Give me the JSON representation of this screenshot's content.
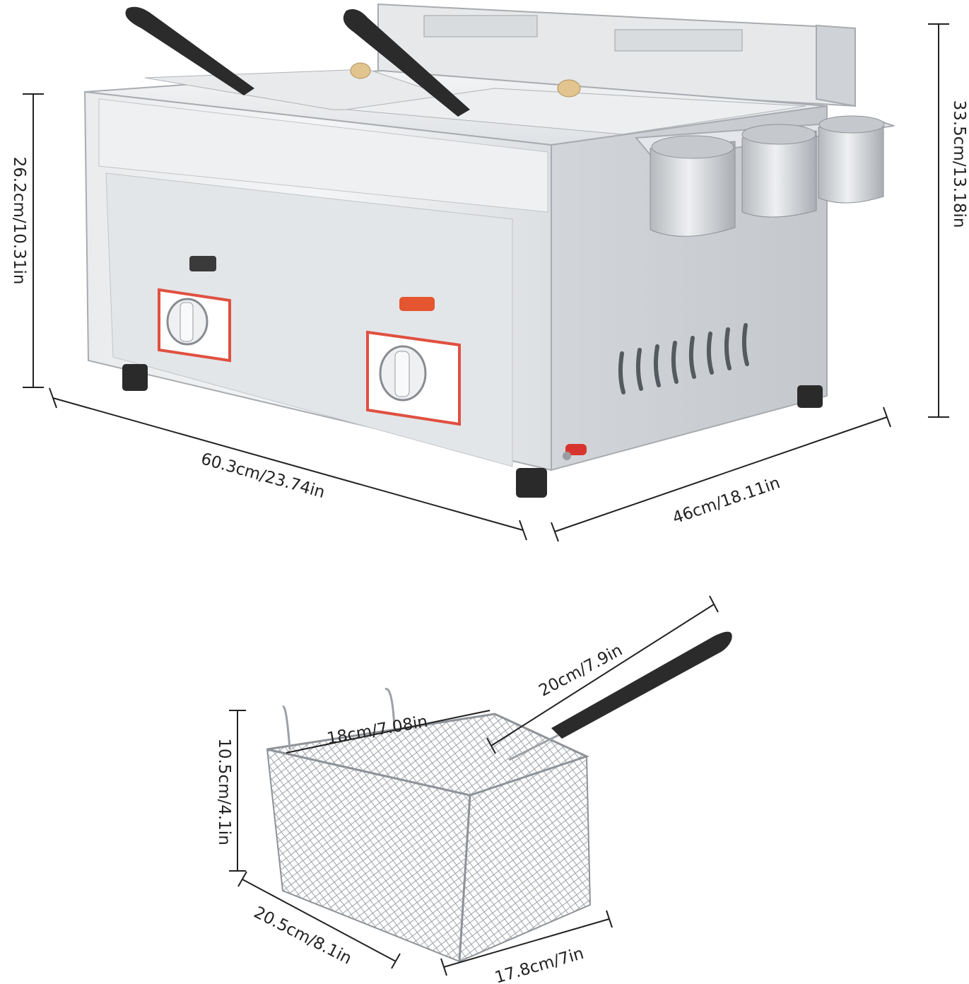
{
  "fryer": {
    "width_label": "60.3cm/23.74in",
    "depth_label": "46cm/18.11in",
    "body_height_label": "26.2cm/10.31in",
    "total_height_label": "33.5cm/13.18in"
  },
  "basket": {
    "handle_label": "20cm/7.9in",
    "inner_width_label": "18cm/7.08in",
    "height_label": "10.5cm/4.1in",
    "length_label": "20.5cm/8.1in",
    "width_label": "17.8cm/7in"
  },
  "colors": {
    "steel_light": "#eceef0",
    "steel_mid": "#d6d9dc",
    "steel_dark": "#b8bcc0",
    "handle_black": "#2b2b2b",
    "knob_accent": "#e05040",
    "dimension_line": "#222222"
  }
}
